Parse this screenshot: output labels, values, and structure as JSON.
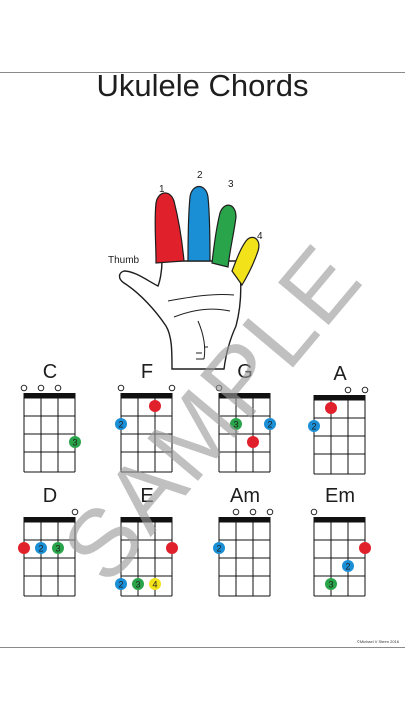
{
  "title": "Ukulele Chords",
  "hand": {
    "thumb_label": "Thumb",
    "fingers": [
      {
        "number": "1",
        "color": "#e0202a"
      },
      {
        "number": "2",
        "color": "#1a8fd6"
      },
      {
        "number": "3",
        "color": "#2aa44a"
      },
      {
        "number": "4",
        "color": "#f2e21a"
      }
    ]
  },
  "colors": {
    "finger_1": "#e0202a",
    "finger_2": "#1a8fd6",
    "finger_3": "#2aa44a",
    "finger_4": "#f2e21a"
  },
  "chords": [
    {
      "name": "C",
      "open": [
        0,
        1,
        2
      ],
      "dots": [
        {
          "string": 3,
          "fret": 3,
          "finger": "3"
        }
      ]
    },
    {
      "name": "F",
      "open": [
        0,
        3
      ],
      "dots": [
        {
          "string": 2,
          "fret": 1,
          "finger": "1"
        },
        {
          "string": 0,
          "fret": 2,
          "finger": "2"
        }
      ]
    },
    {
      "name": "G",
      "open": [
        0
      ],
      "dots": [
        {
          "string": 1,
          "fret": 2,
          "finger": "3"
        },
        {
          "string": 3,
          "fret": 2,
          "finger": "2"
        },
        {
          "string": 2,
          "fret": 3,
          "finger": "1"
        }
      ]
    },
    {
      "name": "A",
      "open": [
        2,
        3
      ],
      "dots": [
        {
          "string": 1,
          "fret": 1,
          "finger": "1"
        },
        {
          "string": 0,
          "fret": 2,
          "finger": "2"
        }
      ]
    },
    {
      "name": "D",
      "open": [
        3
      ],
      "dots": [
        {
          "string": 0,
          "fret": 2,
          "finger": "1"
        },
        {
          "string": 1,
          "fret": 2,
          "finger": "2"
        },
        {
          "string": 2,
          "fret": 2,
          "finger": "3"
        }
      ]
    },
    {
      "name": "E",
      "open": [],
      "dots": [
        {
          "string": 3,
          "fret": 2,
          "finger": "1"
        },
        {
          "string": 0,
          "fret": 4,
          "finger": "2"
        },
        {
          "string": 1,
          "fret": 4,
          "finger": "3"
        },
        {
          "string": 2,
          "fret": 4,
          "finger": "4"
        }
      ]
    },
    {
      "name": "Am",
      "open": [
        1,
        2,
        3
      ],
      "dots": [
        {
          "string": 0,
          "fret": 2,
          "finger": "2"
        }
      ]
    },
    {
      "name": "Em",
      "open": [
        0
      ],
      "dots": [
        {
          "string": 3,
          "fret": 2,
          "finger": "1"
        },
        {
          "string": 2,
          "fret": 3,
          "finger": "2"
        },
        {
          "string": 1,
          "fret": 4,
          "finger": "3"
        }
      ]
    }
  ],
  "watermark": "SAMPLE",
  "copyright": "©Michael V Steen 2016"
}
